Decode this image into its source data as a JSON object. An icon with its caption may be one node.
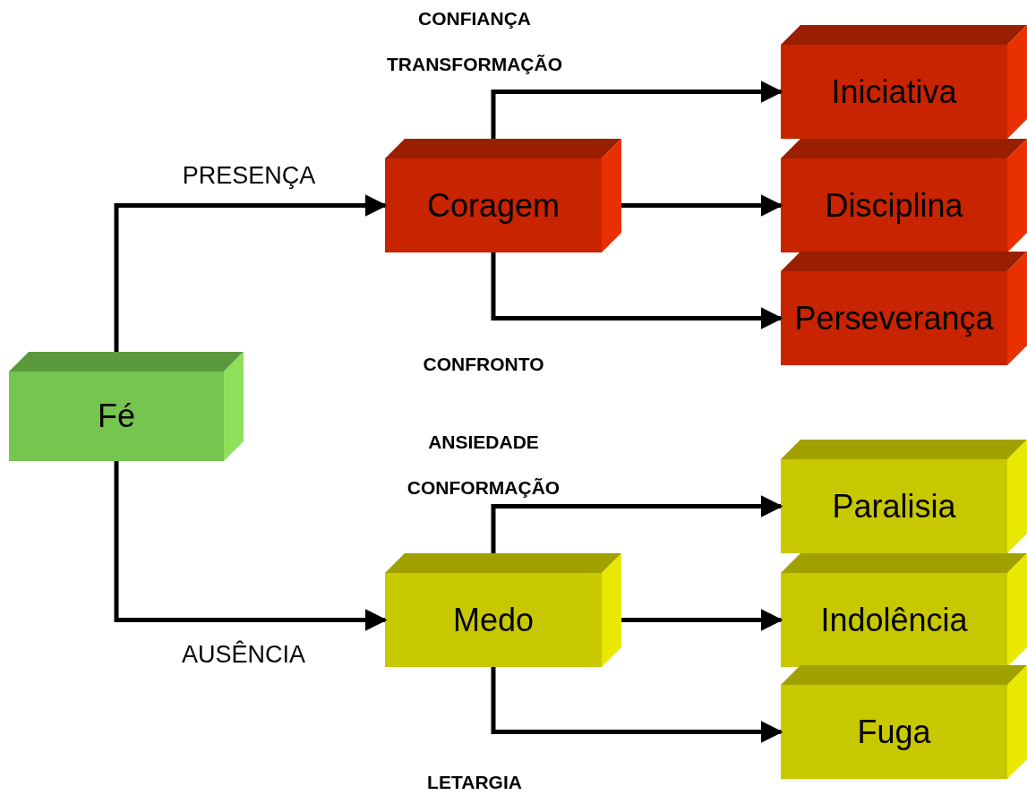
{
  "diagram": {
    "nodes": [
      {
        "text": [
          "Fé"
        ]
      },
      {
        "text": [
          "Coragem"
        ]
      },
      {
        "text": [
          "Iniciativa"
        ]
      },
      {
        "text": [
          "Disciplina"
        ]
      },
      {
        "text": [
          "Perseverança"
        ]
      },
      {
        "text": [
          "Medo"
        ]
      },
      {
        "text": [
          "Paralisia"
        ]
      },
      {
        "text": [
          "Indolência"
        ]
      },
      {
        "text": [
          "Fuga"
        ]
      }
    ],
    "edges": [
      {
        "from": 0,
        "to": 1,
        "arrow": "to",
        "label": "PRESENÇA"
      },
      {
        "from": 0,
        "to": 5,
        "arrow": "to",
        "label": "AUSÊNCIA"
      },
      {
        "from": 1,
        "to": 2,
        "arrow": "to"
      },
      {
        "from": 1,
        "to": 3,
        "arrow": "to"
      },
      {
        "from": 1,
        "to": 4,
        "arrow": "to"
      },
      {
        "from": 5,
        "to": 6,
        "arrow": "to"
      },
      {
        "from": 5,
        "to": 7,
        "arrow": "to"
      },
      {
        "from": 5,
        "to": 8,
        "arrow": "to"
      }
    ],
    "labels": [
      "CONFIANÇA",
      "TRANSFORMAÇÃO",
      "CONFRONTO",
      "ANSIEDADE",
      "CONFORMAÇÃO",
      "LETARGIA"
    ]
  }
}
